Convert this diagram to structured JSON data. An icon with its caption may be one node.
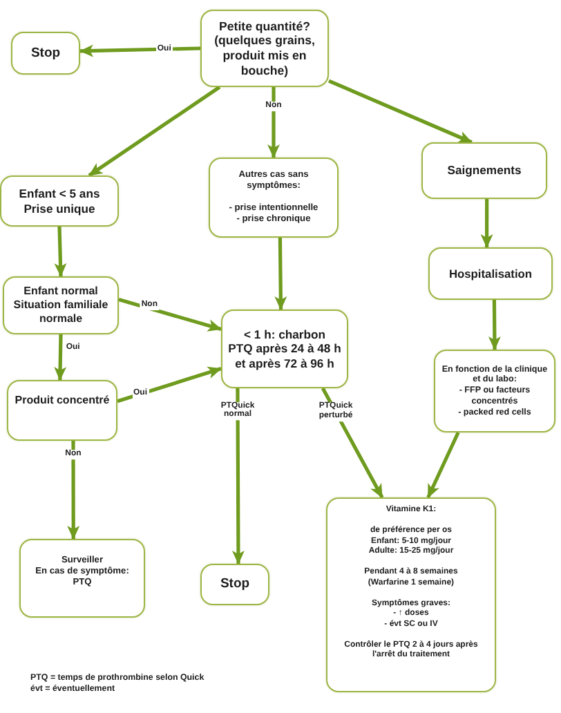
{
  "diagram": {
    "nodes": [
      {
        "text": [
          "Petite quantité?",
          "(quelques grains, produit mis en bouche)"
        ]
      },
      {
        "text": [
          "Stop"
        ]
      },
      {
        "text": [
          "Enfant < 5 ans",
          "Prise unique"
        ]
      },
      {
        "text": [
          "Autres cas sans symptômes:",
          "- prise intentionnelle",
          "- prise chronique"
        ]
      },
      {
        "text": [
          "Saignements"
        ]
      },
      {
        "text": [
          "Enfant normal",
          "Situation familiale normale"
        ]
      },
      {
        "text": [
          "< 1 h: charbon",
          "PTQ après 24 à 48 h et après 72 à 96 h"
        ]
      },
      {
        "text": [
          "Hospitalisation"
        ]
      },
      {
        "text": [
          "Produit concentré"
        ]
      },
      {
        "text": [
          "En fonction de la clinique et du labo:",
          "- FFP ou facteurs concentrés",
          "- packed red cells"
        ]
      },
      {
        "text": [
          "Surveiller",
          "En cas de symptôme: PTQ"
        ]
      },
      {
        "text": [
          "Stop"
        ]
      },
      {
        "text": [
          "Vitamine K1:",
          "de préférence per os",
          "Enfant: 5-10 mg/jour",
          "Adulte: 15-25 mg/jour",
          "Pendant 4 à 8 semaines",
          "(Warfarine 1 semaine)",
          "Symptômes graves:",
          "- ↑ doses",
          "- évt SC ou IV",
          "Contrôler le PTQ 2 à 4 jours après l'arrêt du traitement"
        ]
      }
    ],
    "edges": [
      {
        "from": 0,
        "to": 1,
        "arrow": "to",
        "label": "Oui"
      },
      {
        "from": 0,
        "to": 2,
        "arrow": "to"
      },
      {
        "from": 0,
        "to": 3,
        "arrow": "to",
        "label": "Non"
      },
      {
        "from": 0,
        "to": 4,
        "arrow": "to"
      },
      {
        "from": 2,
        "to": 5,
        "arrow": "to"
      },
      {
        "from": 3,
        "to": 6,
        "arrow": "to"
      },
      {
        "from": 4,
        "to": 7,
        "arrow": "to"
      },
      {
        "from": 5,
        "to": 6,
        "arrow": "to",
        "label": "Non"
      },
      {
        "from": 5,
        "to": 8,
        "arrow": "to",
        "label": "Oui"
      },
      {
        "from": 8,
        "to": 6,
        "arrow": "to",
        "label": "Oui"
      },
      {
        "from": 8,
        "to": 10,
        "arrow": "to",
        "label": "Non"
      },
      {
        "from": 6,
        "to": 11,
        "arrow": "to",
        "label": "PTQuick normal"
      },
      {
        "from": 6,
        "to": 12,
        "arrow": "to",
        "label": "PTQuick perturbé"
      },
      {
        "from": 7,
        "to": 9,
        "arrow": "to"
      },
      {
        "from": 9,
        "to": 12,
        "arrow": "to"
      }
    ],
    "labels": [
      "PTQ = temps de prothrombine selon Quick",
      "évt = éventuellement"
    ]
  }
}
